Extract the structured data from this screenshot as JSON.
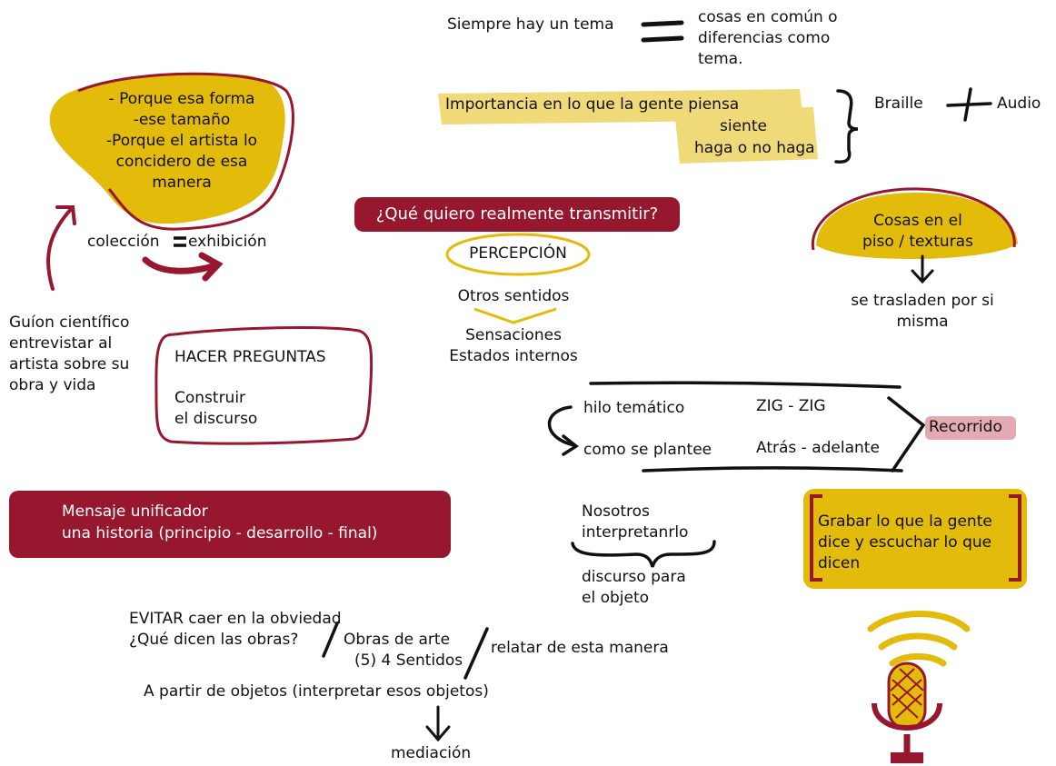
{
  "colors": {
    "maroon": "#96172e",
    "gold": "#e3bb0b",
    "pink": "#d98d98",
    "ink": "#111111"
  },
  "top": {
    "tema_label": "Siempre hay un tema",
    "tema_lines": [
      "cosas en común o",
      "diferencias  como",
      "tema."
    ]
  },
  "importancia": {
    "lines": [
      "Importancia en lo que la gente piensa",
      "siente",
      "haga o no haga"
    ],
    "braille": "Braille",
    "audio": "Audio"
  },
  "yellow_blob": {
    "lines": [
      "- Porque esa forma",
      "-ese tamaño",
      "-Porque el artista lo",
      "concidero de esa",
      "manera"
    ]
  },
  "coleccion": {
    "left": "colección",
    "right": "exhibición"
  },
  "guion": {
    "lines": [
      "Guíon científico",
      "entrevistar al",
      "artista sobre su",
      "obra y vida"
    ]
  },
  "preguntas": {
    "title": "HACER PREGUNTAS",
    "lines": [
      "Construir",
      "el discurso"
    ]
  },
  "transmitir": {
    "question": "¿Qué quiero realmente transmitir?",
    "percepcion": "PERCEPCIÓN",
    "otros": "Otros sentidos",
    "sensaciones": "Sensaciones",
    "estados": "Estados internos"
  },
  "cosas_piso": {
    "lines": [
      "Cosas en el",
      "piso / texturas"
    ],
    "below": [
      "se trasladen por si",
      "misma"
    ]
  },
  "recorrido": {
    "hilo": "hilo temático",
    "plantee": "como se plantee",
    "zig": "ZIG - ZIG",
    "atras": "Atrás - adelante",
    "label": "Recorrido"
  },
  "mensaje": {
    "lines": [
      "Mensaje unificador",
      "una historia (principio - desarrollo - final)"
    ]
  },
  "nosotros": {
    "top": [
      "Nosotros",
      "interpretanrlo"
    ],
    "bottom": [
      "discurso para",
      "el objeto"
    ]
  },
  "grabar": {
    "lines": [
      "Grabar lo que la gente",
      "dice y escuchar lo que",
      "dicen"
    ]
  },
  "evitar": {
    "line1": "EVITAR caer en la obviedad",
    "line2": "¿Qué dicen las obras?",
    "obras": "Obras de arte",
    "sentidos": "(5) 4 Sentidos",
    "relatar": "relatar de esta manera",
    "partir": "A partir de objetos (interpretar esos objetos)",
    "mediacion": "mediación"
  }
}
